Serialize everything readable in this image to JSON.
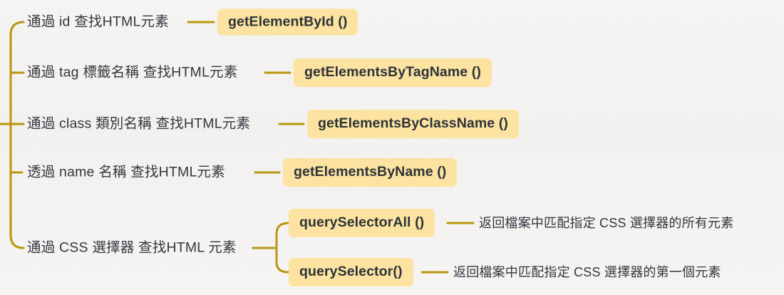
{
  "diagram": {
    "type": "mind-map",
    "title_implicit": "JavaScript DOM 查找 HTML 元素的方法",
    "theme": {
      "background": "#f6f5f3",
      "connector_color": "#b9960f",
      "badge_background": "#fce3a1",
      "badge_text_color": "#2d3338",
      "label_text_color": "#32383f"
    },
    "branches": [
      {
        "label": "通過 id 查找HTML元素",
        "method": "getElementById ()",
        "children": []
      },
      {
        "label": "通過 tag 標籤名稱 查找HTML元素",
        "method": "getElementsByTagName ()",
        "children": []
      },
      {
        "label": "通過 class 類別名稱 查找HTML元素",
        "method": "getElementsByClassName ()",
        "children": []
      },
      {
        "label": "透過 name 名稱 查找HTML元素",
        "method": "getElementsByName ()",
        "children": []
      },
      {
        "label": "通過 CSS 選擇器 查找HTML 元素",
        "method": null,
        "children": [
          {
            "method": "querySelectorAll ()",
            "description": "返回檔案中匹配指定 CSS 選擇器的所有元素"
          },
          {
            "method": "querySelector()",
            "description": "返回檔案中匹配指定 CSS 選擇器的第一個元素"
          }
        ]
      }
    ]
  }
}
